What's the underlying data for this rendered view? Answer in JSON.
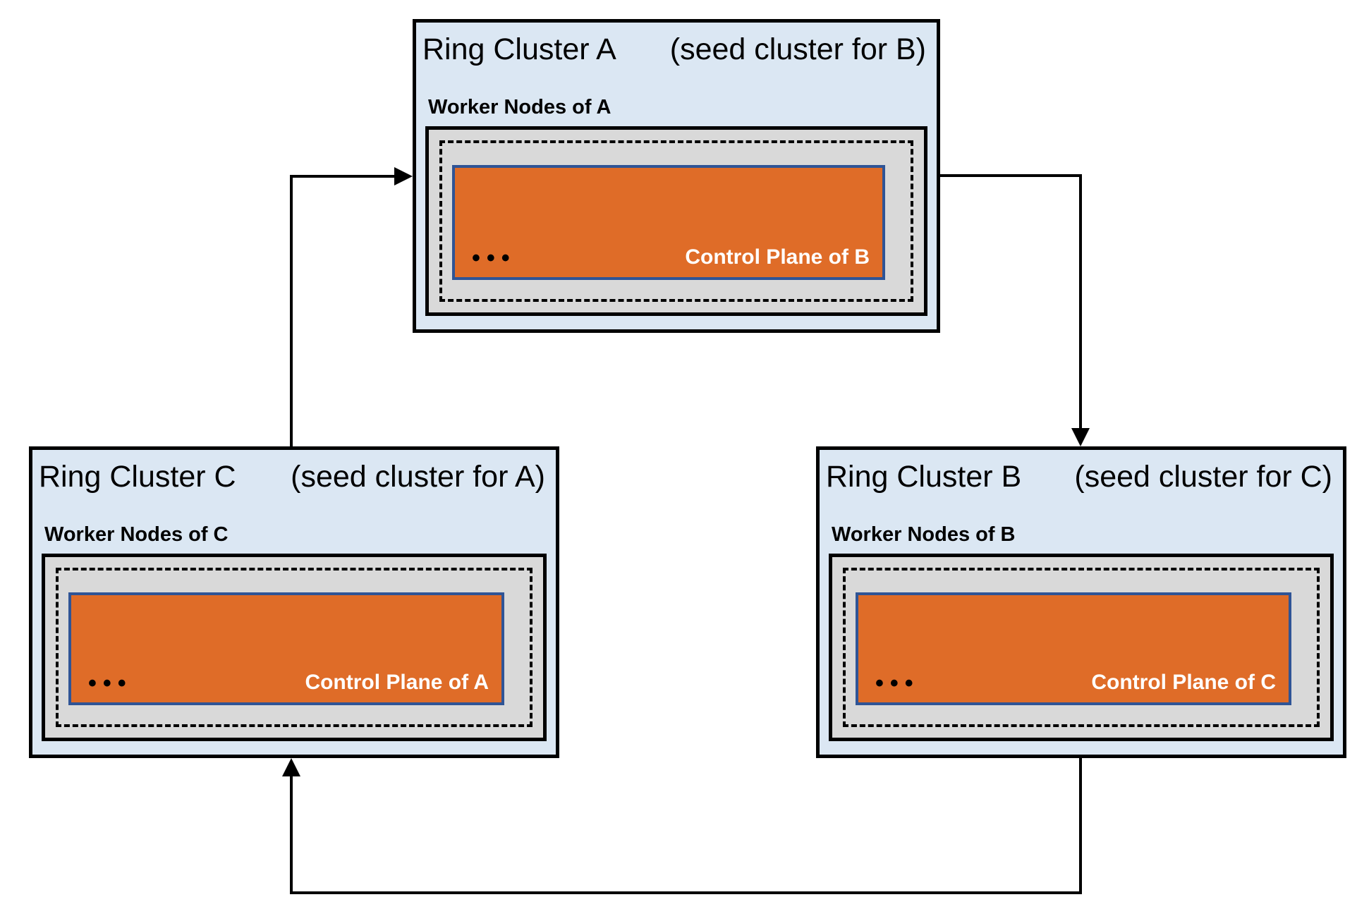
{
  "diagram": {
    "clusters": [
      {
        "key": "A",
        "title": "Ring Cluster A",
        "seed_note": "(seed cluster for B)",
        "worker_nodes_label": "Worker Nodes of A",
        "ellipsis": "•••",
        "control_plane_label": "Control Plane of B"
      },
      {
        "key": "B",
        "title": "Ring Cluster B",
        "seed_note": "(seed cluster for C)",
        "worker_nodes_label": "Worker Nodes of B",
        "ellipsis": "•••",
        "control_plane_label": "Control Plane of C"
      },
      {
        "key": "C",
        "title": "Ring Cluster C",
        "seed_note": "(seed cluster for A)",
        "worker_nodes_label": "Worker Nodes of C",
        "ellipsis": "•••",
        "control_plane_label": "Control Plane of A"
      }
    ],
    "connections": [
      {
        "from": "Ring Cluster C",
        "to": "Ring Cluster A"
      },
      {
        "from": "Ring Cluster A",
        "to": "Ring Cluster B"
      },
      {
        "from": "Ring Cluster B",
        "to": "Ring Cluster C"
      }
    ],
    "colors": {
      "cluster_fill": "#dbe7f3",
      "worker_box_fill": "#d9d9d9",
      "control_plane_fill": "#df6c28",
      "control_plane_border": "#2f5496",
      "control_plane_text": "#ffffff",
      "line": "#000000"
    }
  }
}
